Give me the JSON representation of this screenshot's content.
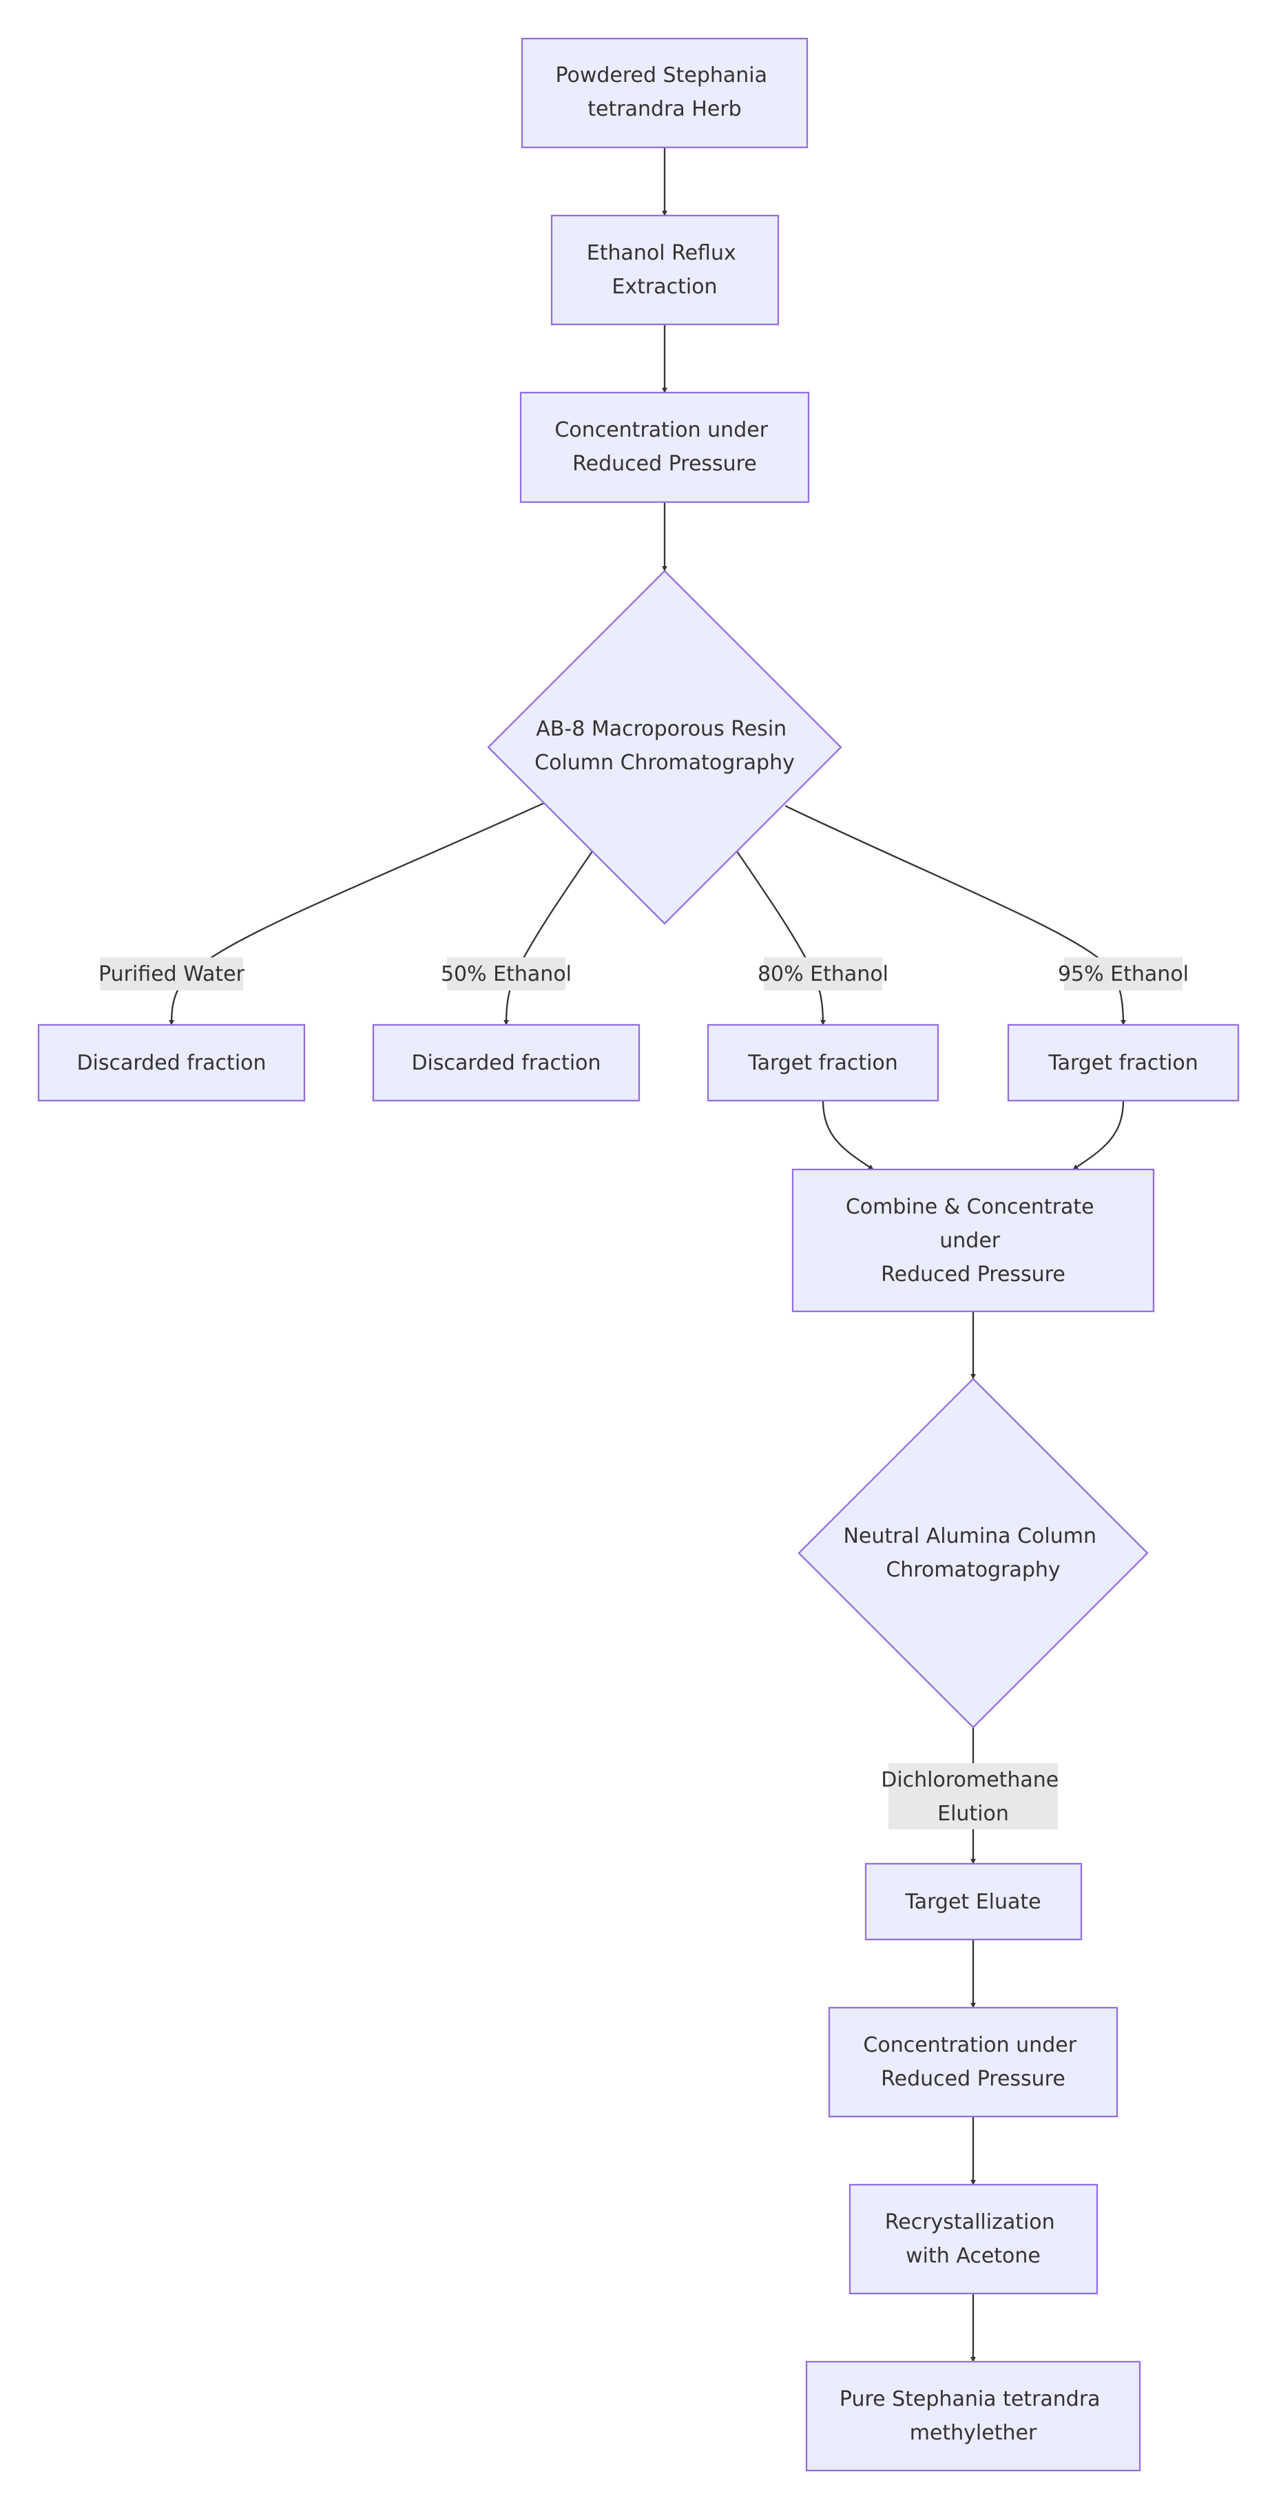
{
  "nodes": {
    "herb": {
      "lines": [
        "Powdered Stephania",
        "tetrandra Herb"
      ]
    },
    "reflux": {
      "lines": [
        "Ethanol Reflux",
        "Extraction"
      ]
    },
    "conc1": {
      "lines": [
        "Concentration under",
        "Reduced Pressure"
      ]
    },
    "ab8": {
      "lines": [
        "AB-8 Macroporous Resin",
        "Column Chromatography"
      ]
    },
    "discard1": {
      "lines": [
        "Discarded fraction"
      ]
    },
    "discard2": {
      "lines": [
        "Discarded fraction"
      ]
    },
    "target1": {
      "lines": [
        "Target fraction"
      ]
    },
    "target2": {
      "lines": [
        "Target fraction"
      ]
    },
    "combine": {
      "lines": [
        "Combine & Concentrate",
        "under",
        "Reduced Pressure"
      ]
    },
    "alumina": {
      "lines": [
        "Neutral Alumina Column",
        "Chromatography"
      ]
    },
    "eluate": {
      "lines": [
        "Target Eluate"
      ]
    },
    "conc2": {
      "lines": [
        "Concentration under",
        "Reduced Pressure"
      ]
    },
    "recryst": {
      "lines": [
        "Recrystallization",
        "with Acetone"
      ]
    },
    "pure": {
      "lines": [
        "Pure Stephania tetrandra",
        "methylether"
      ]
    }
  },
  "edge_labels": {
    "water": {
      "lines": [
        "Purified Water"
      ]
    },
    "eth50": {
      "lines": [
        "50% Ethanol"
      ]
    },
    "eth80": {
      "lines": [
        "80% Ethanol"
      ]
    },
    "eth95": {
      "lines": [
        "95% Ethanol"
      ]
    },
    "dcm": {
      "lines": [
        "Dichloromethane",
        "Elution"
      ]
    }
  },
  "colors": {
    "node_fill": "#ececff",
    "node_stroke": "#9370db",
    "edge": "#333333",
    "label_bg": "#e8e8e8",
    "text": "#333333"
  }
}
